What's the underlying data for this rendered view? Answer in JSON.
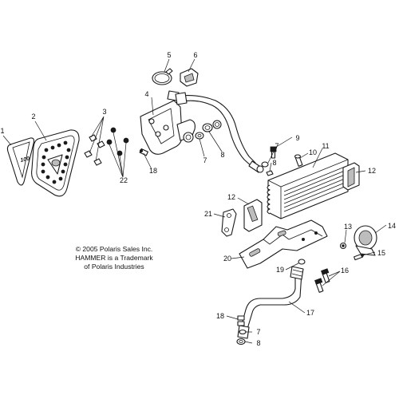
{
  "diagram": {
    "callouts": {
      "c1": "1",
      "c2": "2",
      "c3": "3",
      "c4": "4",
      "c5": "5",
      "c6": "6",
      "c7a": "7",
      "c7b": "7",
      "c7c": "7",
      "c8a": "8",
      "c8b": "8",
      "c8c": "8",
      "c9": "9",
      "c10": "10",
      "c11": "11",
      "c12a": "12",
      "c12b": "12",
      "c13": "13",
      "c14": "14",
      "c15": "15",
      "c16": "16",
      "c17": "17",
      "c18a": "18",
      "c18b": "18",
      "c19": "19",
      "c20": "20",
      "c21": "21",
      "c22": "22"
    },
    "copyright_lines": [
      "© 2005 Polaris Sales Inc.",
      "HAMMER is a Trademark",
      "of Polaris Industries"
    ],
    "badge_text": "100"
  }
}
